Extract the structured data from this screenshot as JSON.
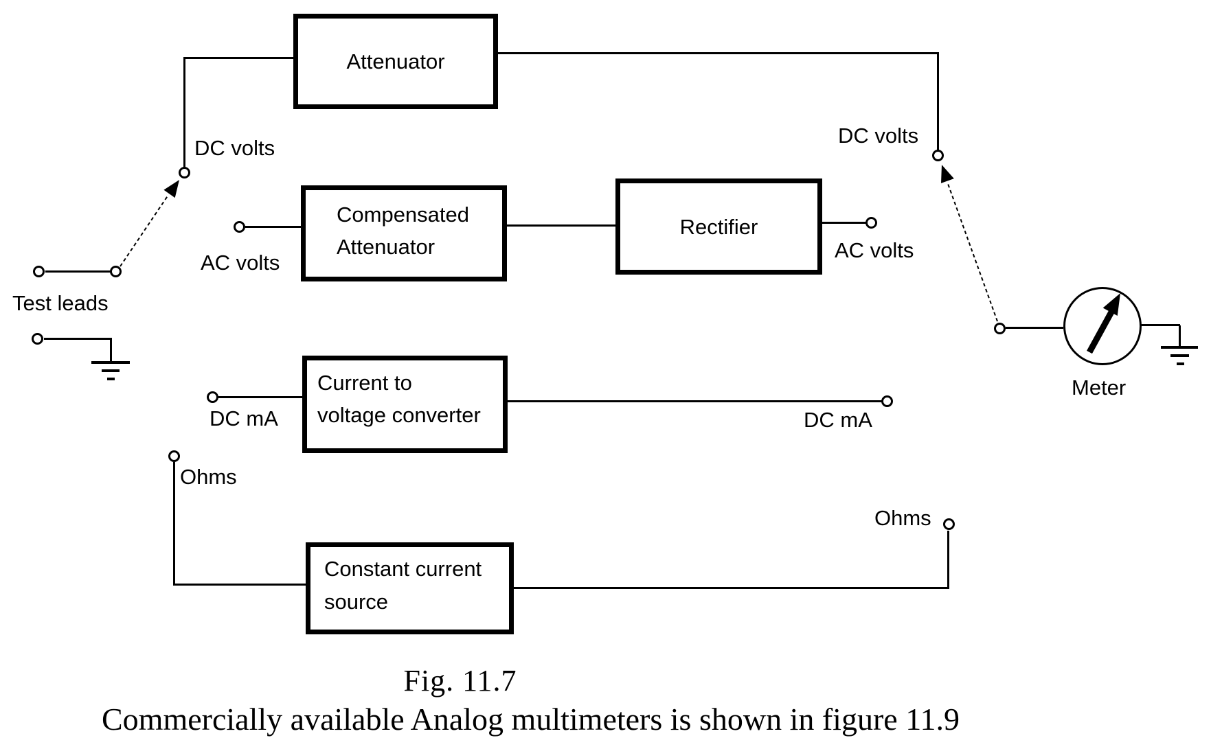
{
  "figure": {
    "caption": "Fig. 11.7",
    "footer": "Commercially available Analog multimeters is shown in figure 11.9"
  },
  "blocks": {
    "attenuator": {
      "label": "Attenuator"
    },
    "compensated_attenuator": {
      "line1": "Compensated",
      "line2": "Attenuator"
    },
    "rectifier": {
      "label": "Rectifier"
    },
    "current_to_voltage_converter": {
      "line1": "Current to",
      "line2": "voltage converter"
    },
    "constant_current_source": {
      "line1": "Constant current",
      "line2": "source"
    }
  },
  "labels": {
    "test_leads": "Test leads",
    "meter": "Meter",
    "dc_volts_left": "DC volts",
    "ac_volts_left": "AC volts",
    "dc_ma_left": "DC mA",
    "ohms_left": "Ohms",
    "dc_volts_right": "DC volts",
    "ac_volts_right": "AC volts",
    "dc_ma_right": "DC mA",
    "ohms_right": "Ohms"
  },
  "colors": {
    "ink": "#000000",
    "background": "#ffffff"
  }
}
